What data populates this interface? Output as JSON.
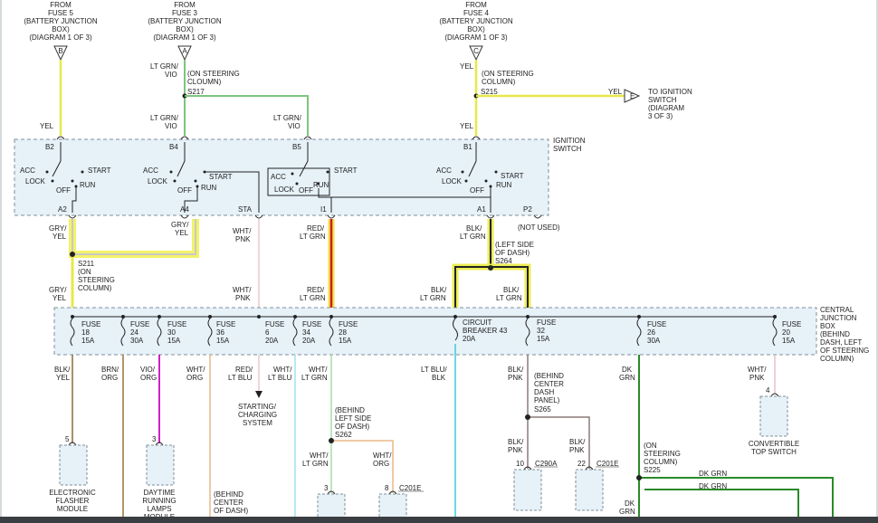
{
  "top_sources": {
    "f5": {
      "l1": "FROM",
      "l2": "FUSE 5",
      "l3": "(BATTERY JUNCTION",
      "l4": "BOX)",
      "l5": "(DIAGRAM 1 OF 3)",
      "pin": "B"
    },
    "f3": {
      "l1": "FROM",
      "l2": "FUSE 3",
      "l3": "(BATTERY JUNCTION",
      "l4": "BOX)",
      "l5": "(DIAGRAM 1 OF 3)",
      "pin": "A"
    },
    "f4": {
      "l1": "FROM",
      "l2": "FUSE 4",
      "l3": "(BATTERY JUNCTION",
      "l4": "BOX)",
      "l5": "(DIAGRAM 1 OF 3)",
      "pin": "C"
    }
  },
  "splices_top": {
    "s217": {
      "name": "S217",
      "note1": "(ON STEERING",
      "note2": "CLOUMN)"
    },
    "s215": {
      "name": "S215",
      "note1": "(ON STEERING",
      "note2": "COLUMN)"
    }
  },
  "to_ign": {
    "pin": "E",
    "l1": "TO IGNITION",
    "l2": "SWITCH",
    "l3": "(DIAGRAM",
    "l4": "3 OF 3)"
  },
  "wires": {
    "ltgrn": "LT GRN/",
    "vio": "VIO",
    "yel": "YEL",
    "gry": "GRY/",
    "red": "RED/",
    "ltgrn2": "LT GRN",
    "blk": "BLK/",
    "wht": "WHT/",
    "pnk": "PNK",
    "brn": "BRN/",
    "org": "ORG",
    "vio2": "VIO/",
    "ltblu": "LT BLU",
    "ltblu2": "LT BLU/",
    "blk2": "BLK",
    "dk": "DK",
    "grn": "GRN",
    "dkgrn": "DK GRN"
  },
  "ignition_switch": {
    "title1": "IGNITION",
    "title2": "SWITCH",
    "top_pins": [
      "B2",
      "B4",
      "B5",
      "B1"
    ],
    "bottom_pins": [
      "A2",
      "A4",
      "STA",
      "I1",
      "A1",
      "P2"
    ],
    "acc": "ACC",
    "lock": "LOCK",
    "off": "OFF",
    "run": "RUN",
    "start": "START",
    "not_used": "(NOT USED)"
  },
  "splices_mid": {
    "s211": {
      "name": "S211",
      "n1": "(ON",
      "n2": "STEERING",
      "n3": "COLUMN)"
    },
    "s264": {
      "name": "S264",
      "n1": "(LEFT SIDE",
      "n2": "OF DASH)"
    }
  },
  "cjb": {
    "title": [
      "CENTRAL",
      "JUNCTION",
      "BOX",
      "(BEHIND",
      "DASH, LEFT",
      "OF STEERING",
      "COLUMN)"
    ],
    "fuses": [
      {
        "l1": "FUSE",
        "l2": "18",
        "l3": "15A"
      },
      {
        "l1": "FUSE",
        "l2": "24",
        "l3": "30A"
      },
      {
        "l1": "FUSE",
        "l2": "30",
        "l3": "15A"
      },
      {
        "l1": "FUSE",
        "l2": "36",
        "l3": "15A"
      },
      {
        "l1": "FUSE",
        "l2": "6",
        "l3": "20A"
      },
      {
        "l1": "FUSE",
        "l2": "34",
        "l3": "20A"
      },
      {
        "l1": "FUSE",
        "l2": "28",
        "l3": "15A"
      },
      {
        "l1": "FUSE",
        "l2": "32",
        "l3": "15A"
      },
      {
        "l1": "FUSE",
        "l2": "26",
        "l3": "30A"
      },
      {
        "l1": "FUSE",
        "l2": "20",
        "l3": "15A"
      }
    ],
    "breaker": {
      "l1": "CIRCUIT",
      "l2": "BREAKER 43",
      "l3": "20A"
    }
  },
  "bottom": {
    "starting": {
      "l1": "STARTING/",
      "l2": "CHARGING",
      "l3": "SYSTEM"
    },
    "s262": {
      "name": "S262",
      "n1": "(BEHIND",
      "n2": "LEFT SIDE",
      "n3": "OF DASH)"
    },
    "s265": {
      "name": "S265",
      "n1": "(BEHIND",
      "n2": "CENTER",
      "n3": "DASH",
      "n4": "PANEL)"
    },
    "s225": {
      "name": "S225",
      "n1": "(ON",
      "n2": "STEERING",
      "n3": "COLUMN)"
    },
    "flasher": {
      "pin": "5",
      "l1": "ELECTRONIC",
      "l2": "FLASHER",
      "l3": "MODULE"
    },
    "drl": {
      "pin": "3",
      "l1": "DAYTIME",
      "l2": "RUNNING",
      "l3": "LAMPS",
      "l4": "MODULE"
    },
    "behind_center": {
      "l1": "(BEHIND",
      "l2": "CENTER",
      "l3": "OF DASH)"
    },
    "conv": {
      "pin": "4",
      "l1": "CONVERTIBLE",
      "l2": "TOP SWITCH"
    },
    "c3": {
      "pin": "3"
    },
    "c201e_a": {
      "pin": "8",
      "conn": "C201E"
    },
    "c290a": {
      "pin": "10",
      "conn": "C290A"
    },
    "c201e_b": {
      "pin": "22",
      "conn": "C201E"
    }
  }
}
